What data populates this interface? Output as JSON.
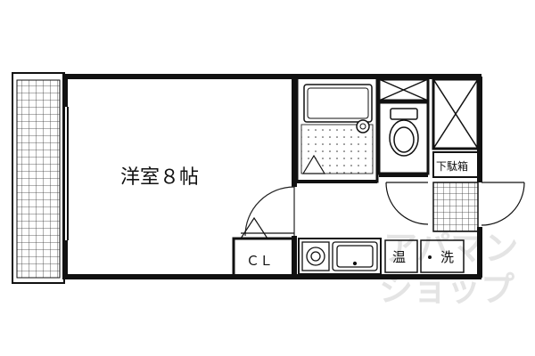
{
  "colors": {
    "wall": "#111111",
    "line": "#222222",
    "background": "#ffffff",
    "watermark": "#d8d8d8"
  },
  "rooms": {
    "western_room": "洋室８帖",
    "closet": "ＣＬ",
    "shoe_box": "下駄箱",
    "water_heater": "温",
    "washer": "洗"
  },
  "icons": [
    "balcony-grid-icon",
    "bathtub-icon",
    "toilet-icon",
    "stove-icon",
    "sink-icon",
    "door-swing-icon",
    "storage-cross-icon",
    "entrance-tile-icon"
  ],
  "watermark": {
    "line1": "アパマン",
    "line2": "ショップ"
  }
}
